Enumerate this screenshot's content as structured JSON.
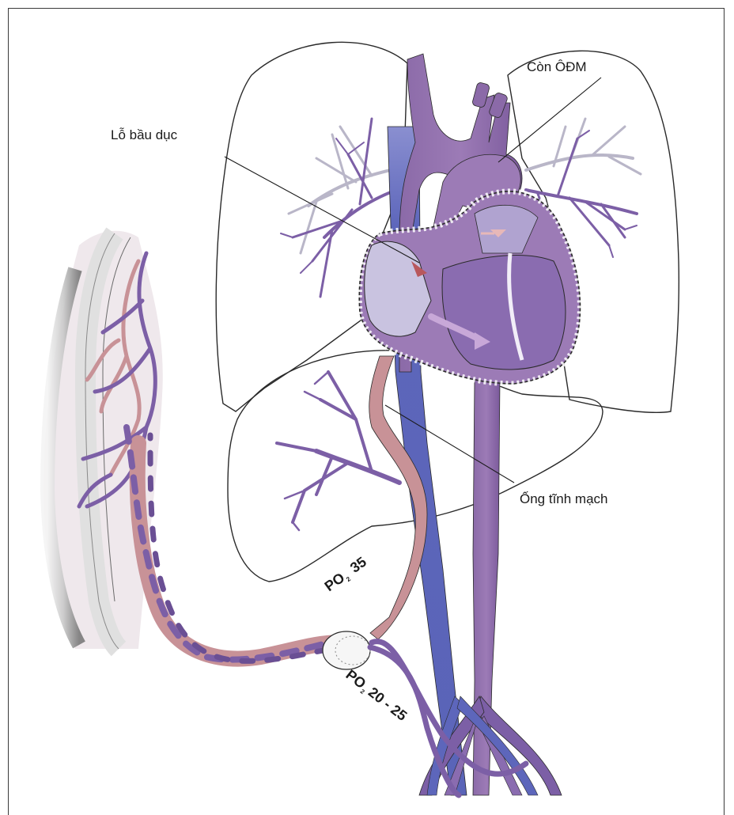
{
  "labels": {
    "ductus_arteriosus": "Còn ÔĐM",
    "foramen_ovale": "Lỗ bầu dục",
    "ductus_venosus": "Ống tĩnh mạch"
  },
  "oxygen": {
    "upper_prefix": "PO",
    "upper_sub": "2",
    "upper_value": "35",
    "lower_prefix": "PO",
    "lower_sub": "2",
    "lower_value": "20 - 25"
  },
  "colors": {
    "oxygenated": "#c89297",
    "deoxygenated": "#7c5fa6",
    "vena_blue": "#5d66bb",
    "pulmonary_grey": "#b9b6c8",
    "outline": "#2a2a2a"
  }
}
